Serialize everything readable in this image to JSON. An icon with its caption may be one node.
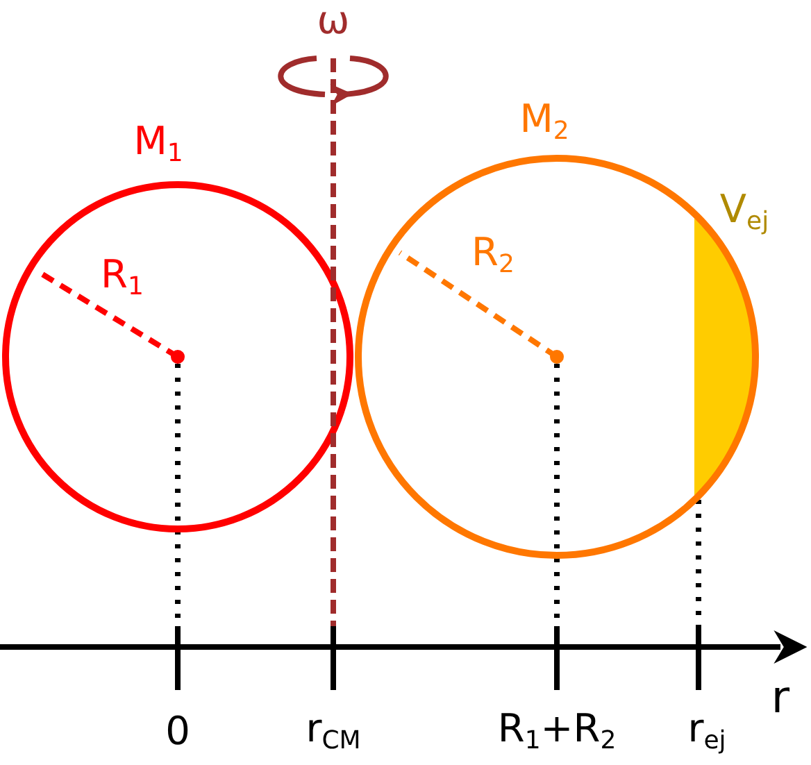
{
  "diagram": {
    "labels": [
      "ω",
      "M$_{1}$",
      "R$_{1}$",
      "M$_{2}$",
      "R$_{2}$",
      "V$_{ej}$",
      "r",
      "0",
      "r$_{CM}$",
      "R$_{1}$+R$_{2}$",
      "r$_{ej}$"
    ]
  }
}
